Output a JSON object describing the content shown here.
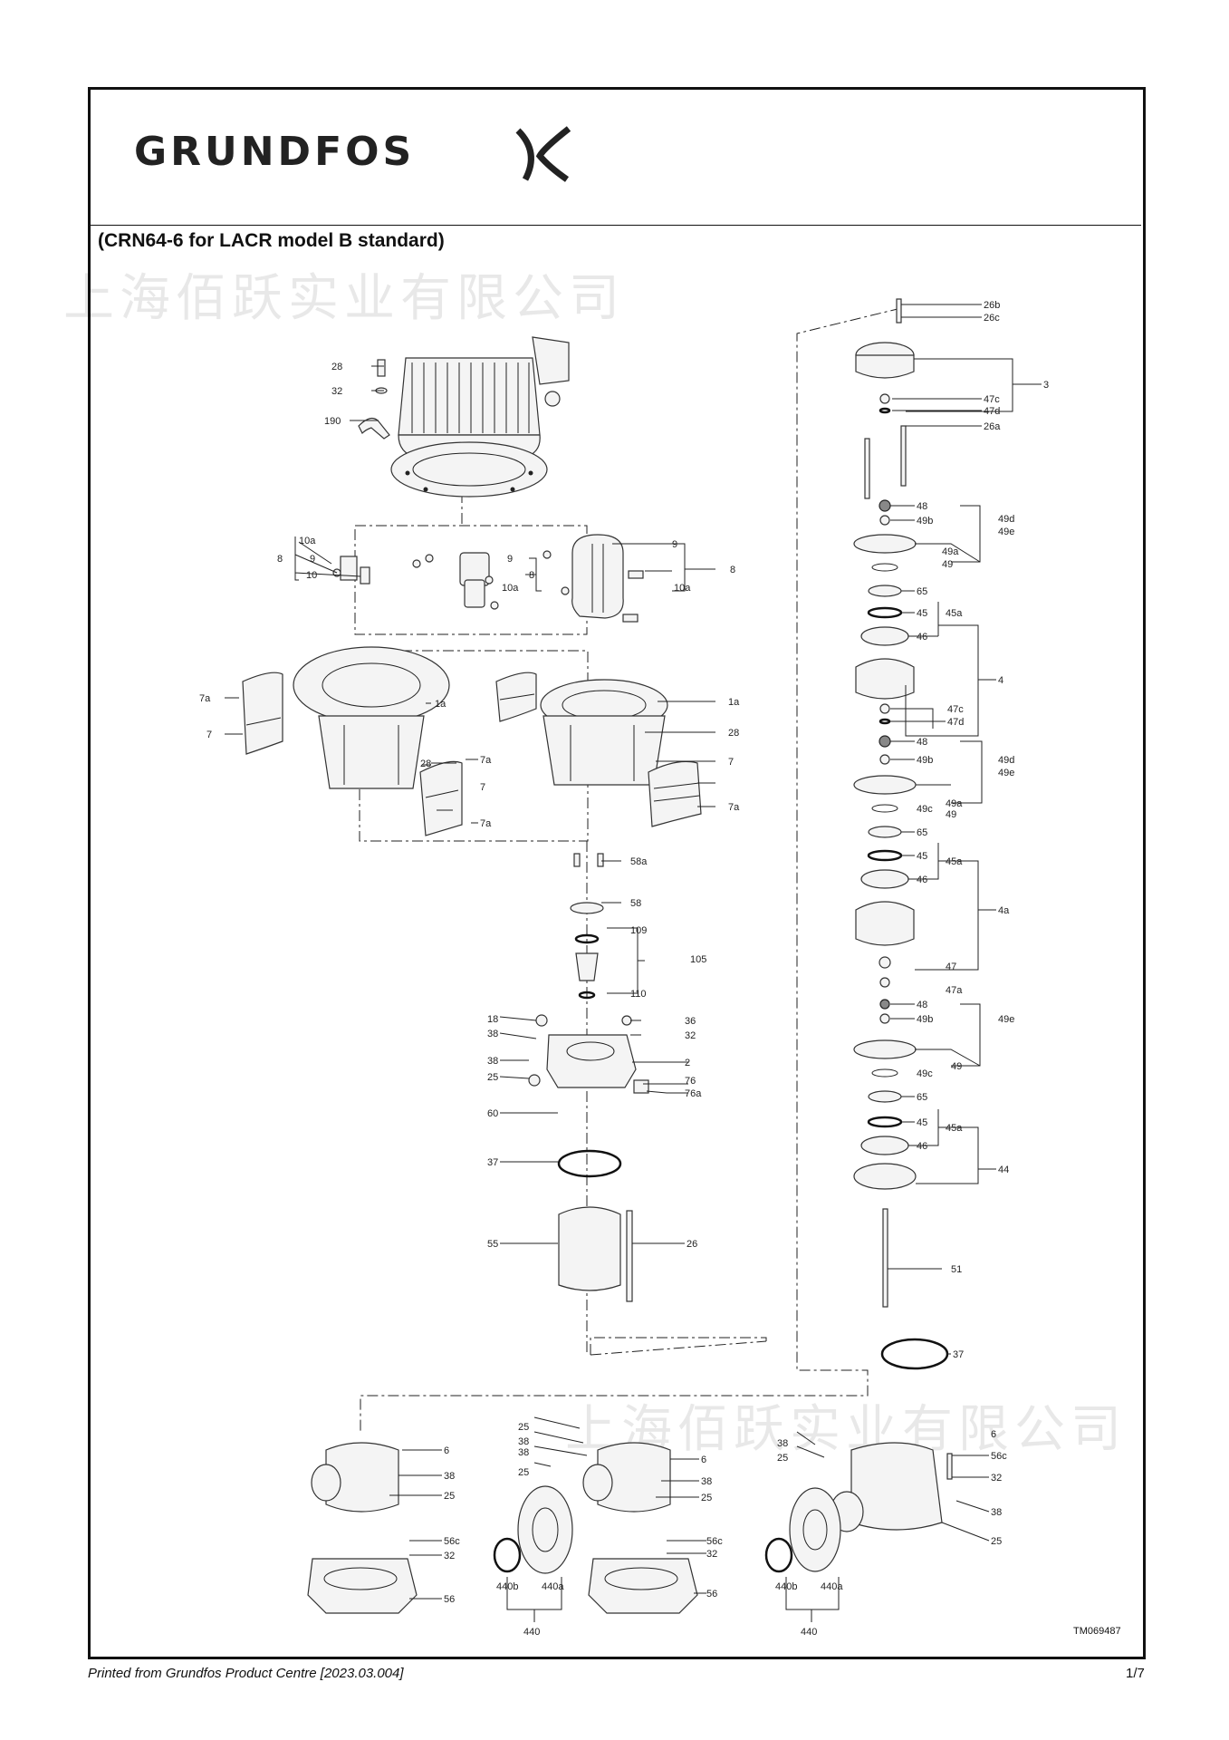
{
  "logo": {
    "text": "GRUNDFOS",
    "icon": "grundfos-x-mark-icon"
  },
  "title": "(CRN64-6 for LACR model B standard)",
  "watermark": "上海佰跃实业有限公司",
  "drawing_code": "TM069487",
  "footer": {
    "left": "Printed from Grundfos Product Centre [2023.03.004]",
    "right": "1/7"
  },
  "labels": {
    "l26b": "26b",
    "l26c": "26c",
    "l3": "3",
    "l47c_1": "47c",
    "l47d_1": "47d",
    "l26a": "26a",
    "l48_1": "48",
    "l49b_1": "49b",
    "l49d_1": "49d",
    "l49e_1": "49e",
    "l49a_1": "49a",
    "l49_1": "49",
    "l65_1": "65",
    "l45_1": "45",
    "l45a_1": "45a",
    "l46_1": "46",
    "l4": "4",
    "l47c_2": "47c",
    "l47d_2": "47d",
    "l48_2": "48",
    "l49b_2": "49b",
    "l49d_2": "49d",
    "l49e_2": "49e",
    "l49a_2": "49a",
    "l49c_2": "49c",
    "l49_2": "49",
    "l65_2": "65",
    "l45_2": "45",
    "l45a_2": "45a",
    "l46_2": "46",
    "l4a": "4a",
    "l47_3": "47",
    "l47a": "47a",
    "l48_3": "48",
    "l49b_3": "49b",
    "l49e_3": "49e",
    "l49c_3": "49c",
    "l49_3": "49",
    "l65_3": "65",
    "l45_3": "45",
    "l45a_3": "45a",
    "l46_3": "46",
    "l44": "44",
    "l51": "51",
    "l37_2": "37",
    "l28_1": "28",
    "l32_1": "32",
    "l190": "190",
    "l10a_1": "10a",
    "l8_1": "8",
    "l9_1": "9",
    "l10_1": "10",
    "l9_2": "9",
    "l8_2": "8",
    "l10a_2": "10a",
    "l9_3": "9",
    "l8_3": "8",
    "l10a_3": "10a",
    "l7a_1": "7a",
    "l1a_1": "1a",
    "l7_1": "7",
    "l28_2": "28",
    "l7a_2": "7a",
    "l7_2": "7",
    "l7a_3": "7a",
    "l1a_2": "1a",
    "l28_3": "28",
    "l7_3": "7",
    "l7a_4": "7a",
    "l58a": "58a",
    "l58": "58",
    "l109": "109",
    "l105": "105",
    "l110": "110",
    "l18": "18",
    "l38_1": "38",
    "l36": "36",
    "l32_2": "32",
    "l38_2": "38",
    "l2": "2",
    "l25_1": "25",
    "l76": "76",
    "l76a": "76a",
    "l60": "60",
    "l37_1": "37",
    "l55": "55",
    "l26": "26",
    "l6_1": "6",
    "l38_3": "38",
    "l25_2": "25",
    "l56c_1": "56c",
    "l32_3": "32",
    "l56": "56",
    "l25_3": "25",
    "l38_4": "38",
    "l38_5": "38",
    "l25_4": "25",
    "l6_2": "6",
    "l38_6": "38",
    "l25_5": "25",
    "l56c_2": "56c",
    "l32_4": "32",
    "l56_2": "56",
    "l440b_1": "440b",
    "l440a_1": "440a",
    "l440_1": "440",
    "l38_7": "38",
    "l25_6": "25",
    "l6_3": "6",
    "l56c_3": "56c",
    "l32_5": "32",
    "l38_8": "38",
    "l25_7": "25",
    "l440b_2": "440b",
    "l440a_2": "440a",
    "l440_2": "440"
  }
}
